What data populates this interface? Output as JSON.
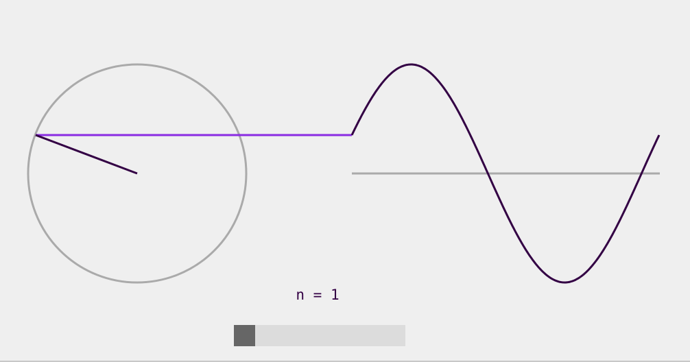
{
  "controls": {
    "n_label": "n = 1",
    "slider": {
      "value": 1,
      "min": 1,
      "max": 10,
      "fraction": 0.0
    }
  },
  "diagram": {
    "description_terms": [
      1
    ],
    "phase_radians": 3.5,
    "colors": {
      "background": "#efefef",
      "circle": "#aaaaaa",
      "radius_line": "#330044",
      "connector": "#8a2be2",
      "wave": "#330044",
      "axis": "#aaaaaa",
      "slider_track": "#dcdcdc",
      "slider_thumb": "#666666"
    }
  }
}
